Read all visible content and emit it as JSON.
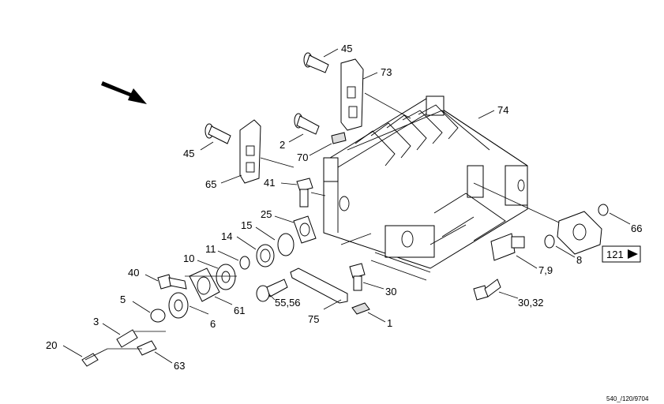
{
  "labels": {
    "p45a": "45",
    "p73": "73",
    "p74": "74",
    "p2": "2",
    "p70": "70",
    "p45b": "45",
    "p65": "65",
    "p41": "41",
    "p25": "25",
    "p15": "15",
    "p14": "14",
    "p11": "11",
    "p10": "10",
    "p40": "40",
    "p5": "5",
    "p3": "3",
    "p20": "20",
    "p63": "63",
    "p6": "6",
    "p61": "61",
    "p55_56": "55,56",
    "p75": "75",
    "p30": "30",
    "p1": "1",
    "p66": "66",
    "p8": "8",
    "p7_9": "7,9",
    "p30_32": "30,32"
  },
  "page_ref": "121",
  "drawing_code": "540_/120/9704"
}
